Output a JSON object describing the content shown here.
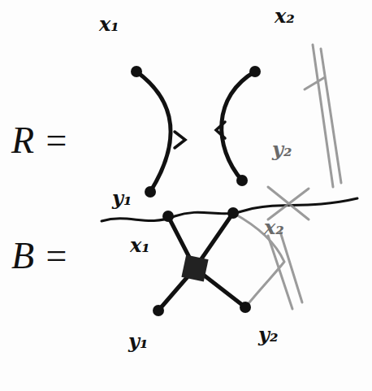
{
  "diagram": {
    "labels": [
      "R =",
      "x₁",
      "x₂",
      "y₁",
      "y₂",
      "B =",
      "x₁",
      "x₂",
      "y₁",
      "y₂"
    ]
  }
}
